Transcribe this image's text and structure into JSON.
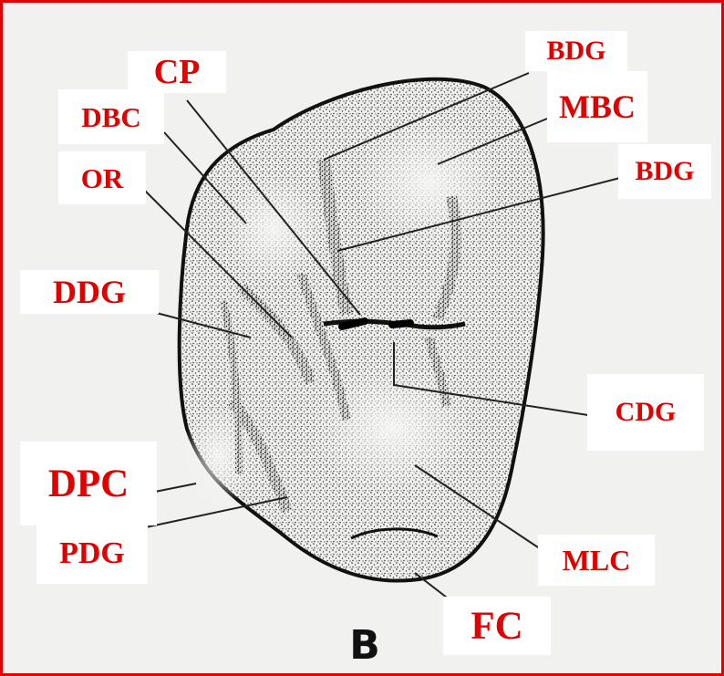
{
  "figure_letter": "B",
  "colors": {
    "label_text": "#e00000",
    "frame": "#e00000",
    "label_bg": "#ffffff",
    "ink": "#1a1a1a"
  },
  "labels": {
    "cp": "CP",
    "dbc": "DBC",
    "or": "OR",
    "ddg": "DDG",
    "dpc": "DPC",
    "pdg": "PDG",
    "bdg_top": "BDG",
    "mbc": "MBC",
    "bdg_right": "BDG",
    "cdg": "CDG",
    "mlc": "MLC",
    "fc": "FC"
  }
}
